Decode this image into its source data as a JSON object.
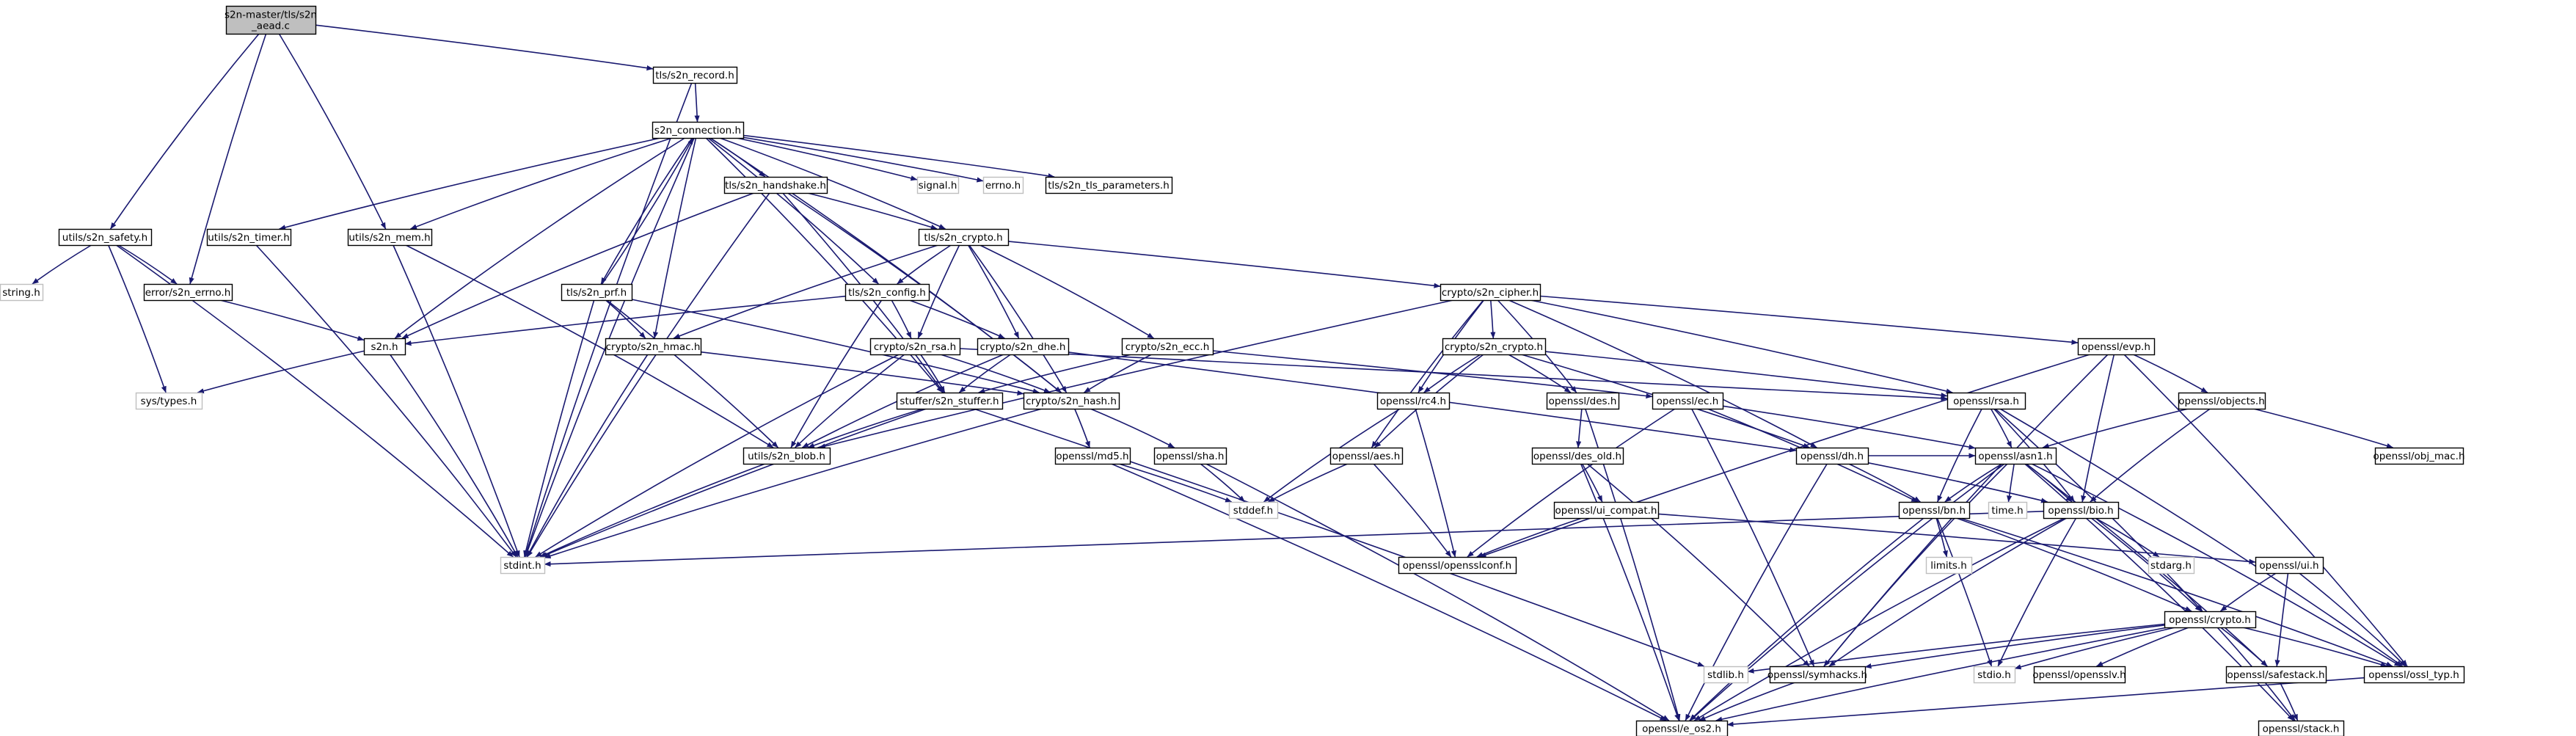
{
  "diagram": {
    "type": "include-dependency-graph",
    "colors": {
      "edge": "#191970",
      "root_fill": "#bfbfbf",
      "node_border": "#000000",
      "external_border": "#bfbfbf",
      "background": "#ffffff"
    },
    "nodes": [
      {
        "id": "root",
        "label": [
          "s2n-master/tls/s2n",
          "_aead.c"
        ],
        "kind": "root"
      },
      {
        "id": "tls_record",
        "label": [
          "tls/s2n_record.h"
        ],
        "kind": "local"
      },
      {
        "id": "connection",
        "label": [
          "s2n_connection.h"
        ],
        "kind": "local"
      },
      {
        "id": "signal",
        "label": [
          "signal.h"
        ],
        "kind": "ext"
      },
      {
        "id": "errno",
        "label": [
          "errno.h"
        ],
        "kind": "ext"
      },
      {
        "id": "tls_params",
        "label": [
          "tls/s2n_tls_parameters.h"
        ],
        "kind": "local"
      },
      {
        "id": "handshake",
        "label": [
          "tls/s2n_handshake.h"
        ],
        "kind": "local"
      },
      {
        "id": "tls_crypto",
        "label": [
          "tls/s2n_crypto.h"
        ],
        "kind": "local"
      },
      {
        "id": "utils_safety",
        "label": [
          "utils/s2n_safety.h"
        ],
        "kind": "local"
      },
      {
        "id": "utils_timer",
        "label": [
          "utils/s2n_timer.h"
        ],
        "kind": "local"
      },
      {
        "id": "utils_mem",
        "label": [
          "utils/s2n_mem.h"
        ],
        "kind": "local"
      },
      {
        "id": "string",
        "label": [
          "string.h"
        ],
        "kind": "ext"
      },
      {
        "id": "error_errno",
        "label": [
          "error/s2n_errno.h"
        ],
        "kind": "local"
      },
      {
        "id": "tls_prf",
        "label": [
          "tls/s2n_prf.h"
        ],
        "kind": "local"
      },
      {
        "id": "tls_config",
        "label": [
          "tls/s2n_config.h"
        ],
        "kind": "local"
      },
      {
        "id": "cipher",
        "label": [
          "crypto/s2n_cipher.h"
        ],
        "kind": "local"
      },
      {
        "id": "s2n_h",
        "label": [
          "s2n.h"
        ],
        "kind": "local"
      },
      {
        "id": "hmac",
        "label": [
          "crypto/s2n_hmac.h"
        ],
        "kind": "local"
      },
      {
        "id": "rsa_c",
        "label": [
          "crypto/s2n_rsa.h"
        ],
        "kind": "local"
      },
      {
        "id": "dhe",
        "label": [
          "crypto/s2n_dhe.h"
        ],
        "kind": "local"
      },
      {
        "id": "ecc",
        "label": [
          "crypto/s2n_ecc.h"
        ],
        "kind": "local"
      },
      {
        "id": "s2ncrypto",
        "label": [
          "crypto/s2n_crypto.h"
        ],
        "kind": "local"
      },
      {
        "id": "evp",
        "label": [
          "openssl/evp.h"
        ],
        "kind": "local"
      },
      {
        "id": "systypes",
        "label": [
          "sys/types.h"
        ],
        "kind": "ext"
      },
      {
        "id": "stuffer",
        "label": [
          "stuffer/s2n_stuffer.h"
        ],
        "kind": "local"
      },
      {
        "id": "hash",
        "label": [
          "crypto/s2n_hash.h"
        ],
        "kind": "local"
      },
      {
        "id": "rc4",
        "label": [
          "openssl/rc4.h"
        ],
        "kind": "local"
      },
      {
        "id": "des",
        "label": [
          "openssl/des.h"
        ],
        "kind": "local"
      },
      {
        "id": "ec",
        "label": [
          "openssl/ec.h"
        ],
        "kind": "local"
      },
      {
        "id": "osslrsa",
        "label": [
          "openssl/rsa.h"
        ],
        "kind": "local"
      },
      {
        "id": "objects",
        "label": [
          "openssl/objects.h"
        ],
        "kind": "local"
      },
      {
        "id": "blob",
        "label": [
          "utils/s2n_blob.h"
        ],
        "kind": "local"
      },
      {
        "id": "md5",
        "label": [
          "openssl/md5.h"
        ],
        "kind": "local"
      },
      {
        "id": "sha",
        "label": [
          "openssl/sha.h"
        ],
        "kind": "local"
      },
      {
        "id": "aes",
        "label": [
          "openssl/aes.h"
        ],
        "kind": "local"
      },
      {
        "id": "des_old",
        "label": [
          "openssl/des_old.h"
        ],
        "kind": "local"
      },
      {
        "id": "dh",
        "label": [
          "openssl/dh.h"
        ],
        "kind": "local"
      },
      {
        "id": "asn1",
        "label": [
          "openssl/asn1.h"
        ],
        "kind": "local"
      },
      {
        "id": "objmac",
        "label": [
          "openssl/obj_mac.h"
        ],
        "kind": "local"
      },
      {
        "id": "stddef",
        "label": [
          "stddef.h"
        ],
        "kind": "ext"
      },
      {
        "id": "ui_compat",
        "label": [
          "openssl/ui_compat.h"
        ],
        "kind": "local"
      },
      {
        "id": "bn",
        "label": [
          "openssl/bn.h"
        ],
        "kind": "local"
      },
      {
        "id": "time",
        "label": [
          "time.h"
        ],
        "kind": "ext"
      },
      {
        "id": "bio",
        "label": [
          "openssl/bio.h"
        ],
        "kind": "local"
      },
      {
        "id": "stdint",
        "label": [
          "stdint.h"
        ],
        "kind": "ext"
      },
      {
        "id": "opensslconf",
        "label": [
          "openssl/opensslconf.h"
        ],
        "kind": "local"
      },
      {
        "id": "limits",
        "label": [
          "limits.h"
        ],
        "kind": "ext"
      },
      {
        "id": "stdarg",
        "label": [
          "stdarg.h"
        ],
        "kind": "ext"
      },
      {
        "id": "ui",
        "label": [
          "openssl/ui.h"
        ],
        "kind": "local"
      },
      {
        "id": "crypto_h",
        "label": [
          "openssl/crypto.h"
        ],
        "kind": "local"
      },
      {
        "id": "stdlib",
        "label": [
          "stdlib.h"
        ],
        "kind": "ext"
      },
      {
        "id": "symhacks",
        "label": [
          "openssl/symhacks.h"
        ],
        "kind": "local"
      },
      {
        "id": "stdio",
        "label": [
          "stdio.h"
        ],
        "kind": "ext"
      },
      {
        "id": "opensslv",
        "label": [
          "openssl/opensslv.h"
        ],
        "kind": "local"
      },
      {
        "id": "safestack",
        "label": [
          "openssl/safestack.h"
        ],
        "kind": "local"
      },
      {
        "id": "ossl_typ",
        "label": [
          "openssl/ossl_typ.h"
        ],
        "kind": "local"
      },
      {
        "id": "e_os2",
        "label": [
          "openssl/e_os2.h"
        ],
        "kind": "local"
      },
      {
        "id": "stack",
        "label": [
          "openssl/stack.h"
        ],
        "kind": "local"
      }
    ],
    "edges": [
      [
        "root",
        "tls_record"
      ],
      [
        "root",
        "utils_safety"
      ],
      [
        "root",
        "error_errno"
      ],
      [
        "root",
        "utils_mem"
      ],
      [
        "tls_record",
        "connection"
      ],
      [
        "tls_record",
        "stdint"
      ],
      [
        "connection",
        "signal"
      ],
      [
        "connection",
        "errno"
      ],
      [
        "connection",
        "tls_params"
      ],
      [
        "connection",
        "handshake"
      ],
      [
        "connection",
        "tls_crypto"
      ],
      [
        "connection",
        "tls_config"
      ],
      [
        "connection",
        "tls_prf"
      ],
      [
        "connection",
        "hmac"
      ],
      [
        "connection",
        "hash"
      ],
      [
        "connection",
        "stuffer"
      ],
      [
        "connection",
        "s2n_h"
      ],
      [
        "connection",
        "utils_timer"
      ],
      [
        "connection",
        "utils_mem"
      ],
      [
        "connection",
        "stdint"
      ],
      [
        "handshake",
        "tls_crypto"
      ],
      [
        "handshake",
        "s2n_h"
      ],
      [
        "handshake",
        "stdint"
      ],
      [
        "handshake",
        "stuffer"
      ],
      [
        "handshake",
        "hash"
      ],
      [
        "tls_crypto",
        "cipher"
      ],
      [
        "tls_crypto",
        "rsa_c"
      ],
      [
        "tls_crypto",
        "dhe"
      ],
      [
        "tls_crypto",
        "ecc"
      ],
      [
        "tls_crypto",
        "hash"
      ],
      [
        "tls_crypto",
        "hmac"
      ],
      [
        "tls_crypto",
        "tls_config"
      ],
      [
        "utils_safety",
        "string"
      ],
      [
        "utils_safety",
        "error_errno"
      ],
      [
        "utils_safety",
        "systypes"
      ],
      [
        "utils_safety",
        "stdint"
      ],
      [
        "utils_timer",
        "stdint"
      ],
      [
        "utils_mem",
        "blob"
      ],
      [
        "utils_mem",
        "stdint"
      ],
      [
        "error_errno",
        "s2n_h"
      ],
      [
        "tls_prf",
        "connection"
      ],
      [
        "tls_prf",
        "hmac"
      ],
      [
        "tls_prf",
        "hash"
      ],
      [
        "tls_prf",
        "blob"
      ],
      [
        "tls_prf",
        "stdint"
      ],
      [
        "tls_config",
        "rsa_c"
      ],
      [
        "tls_config",
        "dhe"
      ],
      [
        "tls_config",
        "blob"
      ],
      [
        "tls_config",
        "s2n_h"
      ],
      [
        "cipher",
        "s2ncrypto"
      ],
      [
        "cipher",
        "evp"
      ],
      [
        "cipher",
        "rc4"
      ],
      [
        "cipher",
        "des"
      ],
      [
        "cipher",
        "aes"
      ],
      [
        "cipher",
        "osslrsa"
      ],
      [
        "cipher",
        "dh"
      ],
      [
        "cipher",
        "blob"
      ],
      [
        "s2n_h",
        "systypes"
      ],
      [
        "s2n_h",
        "stdint"
      ],
      [
        "hmac",
        "hash"
      ],
      [
        "hmac",
        "stdint"
      ],
      [
        "rsa_c",
        "hash"
      ],
      [
        "rsa_c",
        "stuffer"
      ],
      [
        "rsa_c",
        "blob"
      ],
      [
        "rsa_c",
        "osslrsa"
      ],
      [
        "rsa_c",
        "stdint"
      ],
      [
        "dhe",
        "stuffer"
      ],
      [
        "dhe",
        "dh"
      ],
      [
        "dhe",
        "blob"
      ],
      [
        "ecc",
        "stuffer"
      ],
      [
        "ecc",
        "hash"
      ],
      [
        "ecc",
        "ec"
      ],
      [
        "s2ncrypto",
        "rc4"
      ],
      [
        "s2ncrypto",
        "des"
      ],
      [
        "s2ncrypto",
        "aes"
      ],
      [
        "s2ncrypto",
        "osslrsa"
      ],
      [
        "s2ncrypto",
        "dh"
      ],
      [
        "evp",
        "objects"
      ],
      [
        "evp",
        "bio"
      ],
      [
        "evp",
        "symhacks"
      ],
      [
        "evp",
        "opensslconf"
      ],
      [
        "evp",
        "ossl_typ"
      ],
      [
        "stuffer",
        "blob"
      ],
      [
        "stuffer",
        "stdint"
      ],
      [
        "stuffer",
        "stdlib"
      ],
      [
        "hash",
        "md5"
      ],
      [
        "hash",
        "sha"
      ],
      [
        "hash",
        "stdint"
      ],
      [
        "rc4",
        "opensslconf"
      ],
      [
        "rc4",
        "stddef"
      ],
      [
        "des",
        "des_old"
      ],
      [
        "des",
        "e_os2"
      ],
      [
        "ec",
        "asn1"
      ],
      [
        "ec",
        "bn"
      ],
      [
        "ec",
        "symhacks"
      ],
      [
        "ec",
        "opensslconf"
      ],
      [
        "osslrsa",
        "asn1"
      ],
      [
        "osslrsa",
        "bio"
      ],
      [
        "osslrsa",
        "bn"
      ],
      [
        "osslrsa",
        "crypto_h"
      ],
      [
        "osslrsa",
        "ossl_typ"
      ],
      [
        "objects",
        "objmac"
      ],
      [
        "objects",
        "asn1"
      ],
      [
        "objects",
        "bio"
      ],
      [
        "blob",
        "stdint"
      ],
      [
        "md5",
        "stddef"
      ],
      [
        "md5",
        "e_os2"
      ],
      [
        "sha",
        "stddef"
      ],
      [
        "sha",
        "e_os2"
      ],
      [
        "aes",
        "opensslconf"
      ],
      [
        "aes",
        "stddef"
      ],
      [
        "des_old",
        "ui_compat"
      ],
      [
        "des_old",
        "symhacks"
      ],
      [
        "des_old",
        "e_os2"
      ],
      [
        "dh",
        "bio"
      ],
      [
        "dh",
        "bn"
      ],
      [
        "dh",
        "e_os2"
      ],
      [
        "dh",
        "asn1"
      ],
      [
        "asn1",
        "time"
      ],
      [
        "asn1",
        "bio"
      ],
      [
        "asn1",
        "bn"
      ],
      [
        "asn1",
        "safestack"
      ],
      [
        "asn1",
        "ossl_typ"
      ],
      [
        "asn1",
        "symhacks"
      ],
      [
        "asn1",
        "stack"
      ],
      [
        "asn1",
        "e_os2"
      ],
      [
        "ui_compat",
        "opensslconf"
      ],
      [
        "ui_compat",
        "ui"
      ],
      [
        "bn",
        "limits"
      ],
      [
        "bn",
        "stdio"
      ],
      [
        "bn",
        "crypto_h"
      ],
      [
        "bn",
        "e_os2"
      ],
      [
        "bn",
        "ossl_typ"
      ],
      [
        "bio",
        "stdarg"
      ],
      [
        "bio",
        "stdio"
      ],
      [
        "bio",
        "crypto_h"
      ],
      [
        "bio",
        "e_os2"
      ],
      [
        "bio",
        "stdint"
      ],
      [
        "bio",
        "symhacks"
      ],
      [
        "ui",
        "crypto_h"
      ],
      [
        "ui",
        "safestack"
      ],
      [
        "ui",
        "ossl_typ"
      ],
      [
        "crypto_h",
        "stdlib"
      ],
      [
        "crypto_h",
        "symhacks"
      ],
      [
        "crypto_h",
        "stdio"
      ],
      [
        "crypto_h",
        "opensslv"
      ],
      [
        "crypto_h",
        "safestack"
      ],
      [
        "crypto_h",
        "ossl_typ"
      ],
      [
        "crypto_h",
        "e_os2"
      ],
      [
        "crypto_h",
        "stack"
      ],
      [
        "symhacks",
        "e_os2"
      ],
      [
        "safestack",
        "stack"
      ],
      [
        "ossl_typ",
        "e_os2"
      ]
    ]
  }
}
